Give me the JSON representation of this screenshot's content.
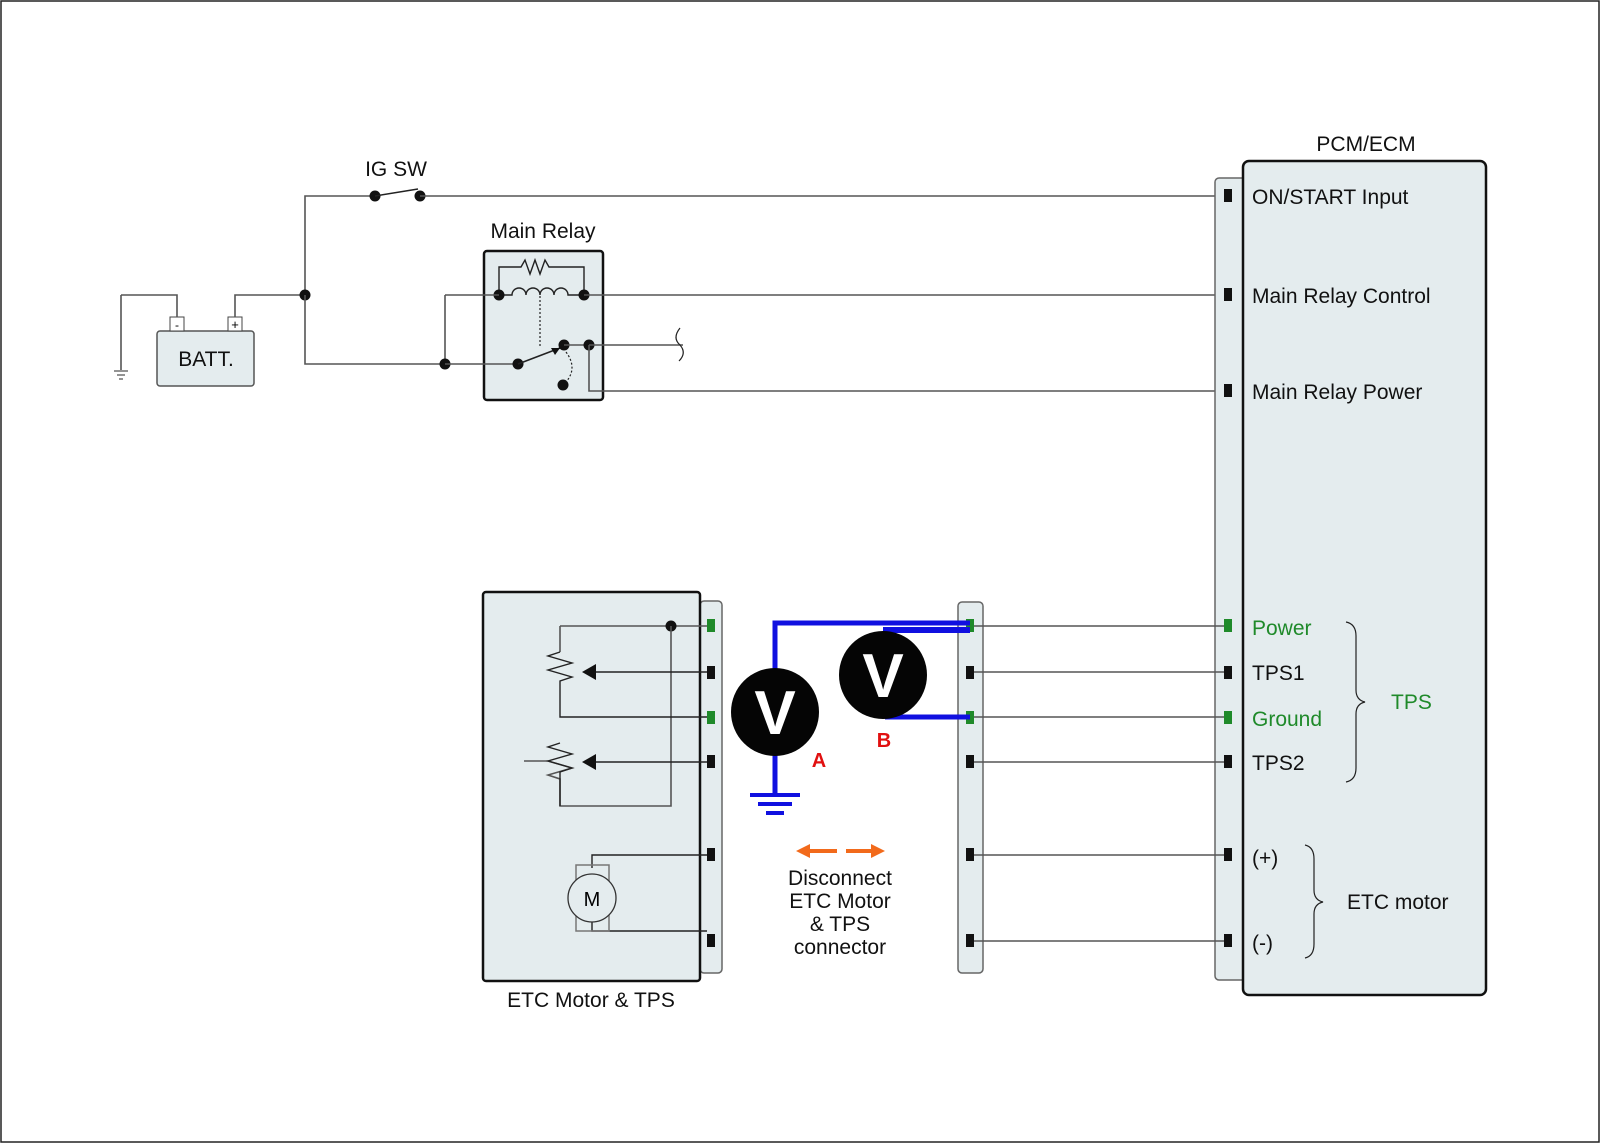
{
  "diagram": {
    "title": "ETC Motor & TPS circuit voltage check",
    "colors": {
      "component_fill": "#e4ecee",
      "highlight_green": "#1f8a2a",
      "probe_blue": "#1010e0",
      "probe_label_red": "#e11010",
      "disconnect_arrow_orange": "#f26a1b"
    },
    "battery": {
      "label": "BATT.",
      "neg": "-",
      "pos": "+"
    },
    "ig_switch": {
      "label": "IG SW"
    },
    "main_relay": {
      "label": "Main Relay"
    },
    "pcm": {
      "label": "PCM/ECM",
      "pins": [
        {
          "label": "ON/START Input",
          "highlight": false
        },
        {
          "label": "Main Relay Control",
          "highlight": false
        },
        {
          "label": "Main Relay Power",
          "highlight": false
        },
        {
          "label": "Power",
          "highlight": true
        },
        {
          "label": "TPS1",
          "highlight": false
        },
        {
          "label": "Ground",
          "highlight": true
        },
        {
          "label": "TPS2",
          "highlight": false
        },
        {
          "label": "(+)",
          "highlight": false
        },
        {
          "label": "(-)",
          "highlight": false
        }
      ],
      "groups": [
        {
          "label": "TPS",
          "highlight": true
        },
        {
          "label": "ETC motor",
          "highlight": false
        }
      ]
    },
    "etc_component": {
      "label": "ETC Motor & TPS",
      "motor_symbol": "M"
    },
    "voltmeters": [
      {
        "symbol": "V",
        "label": "A"
      },
      {
        "symbol": "V",
        "label": "B"
      }
    ],
    "disconnect_note": {
      "lines": [
        "Disconnect",
        "ETC Motor",
        "& TPS",
        "connector"
      ]
    }
  }
}
